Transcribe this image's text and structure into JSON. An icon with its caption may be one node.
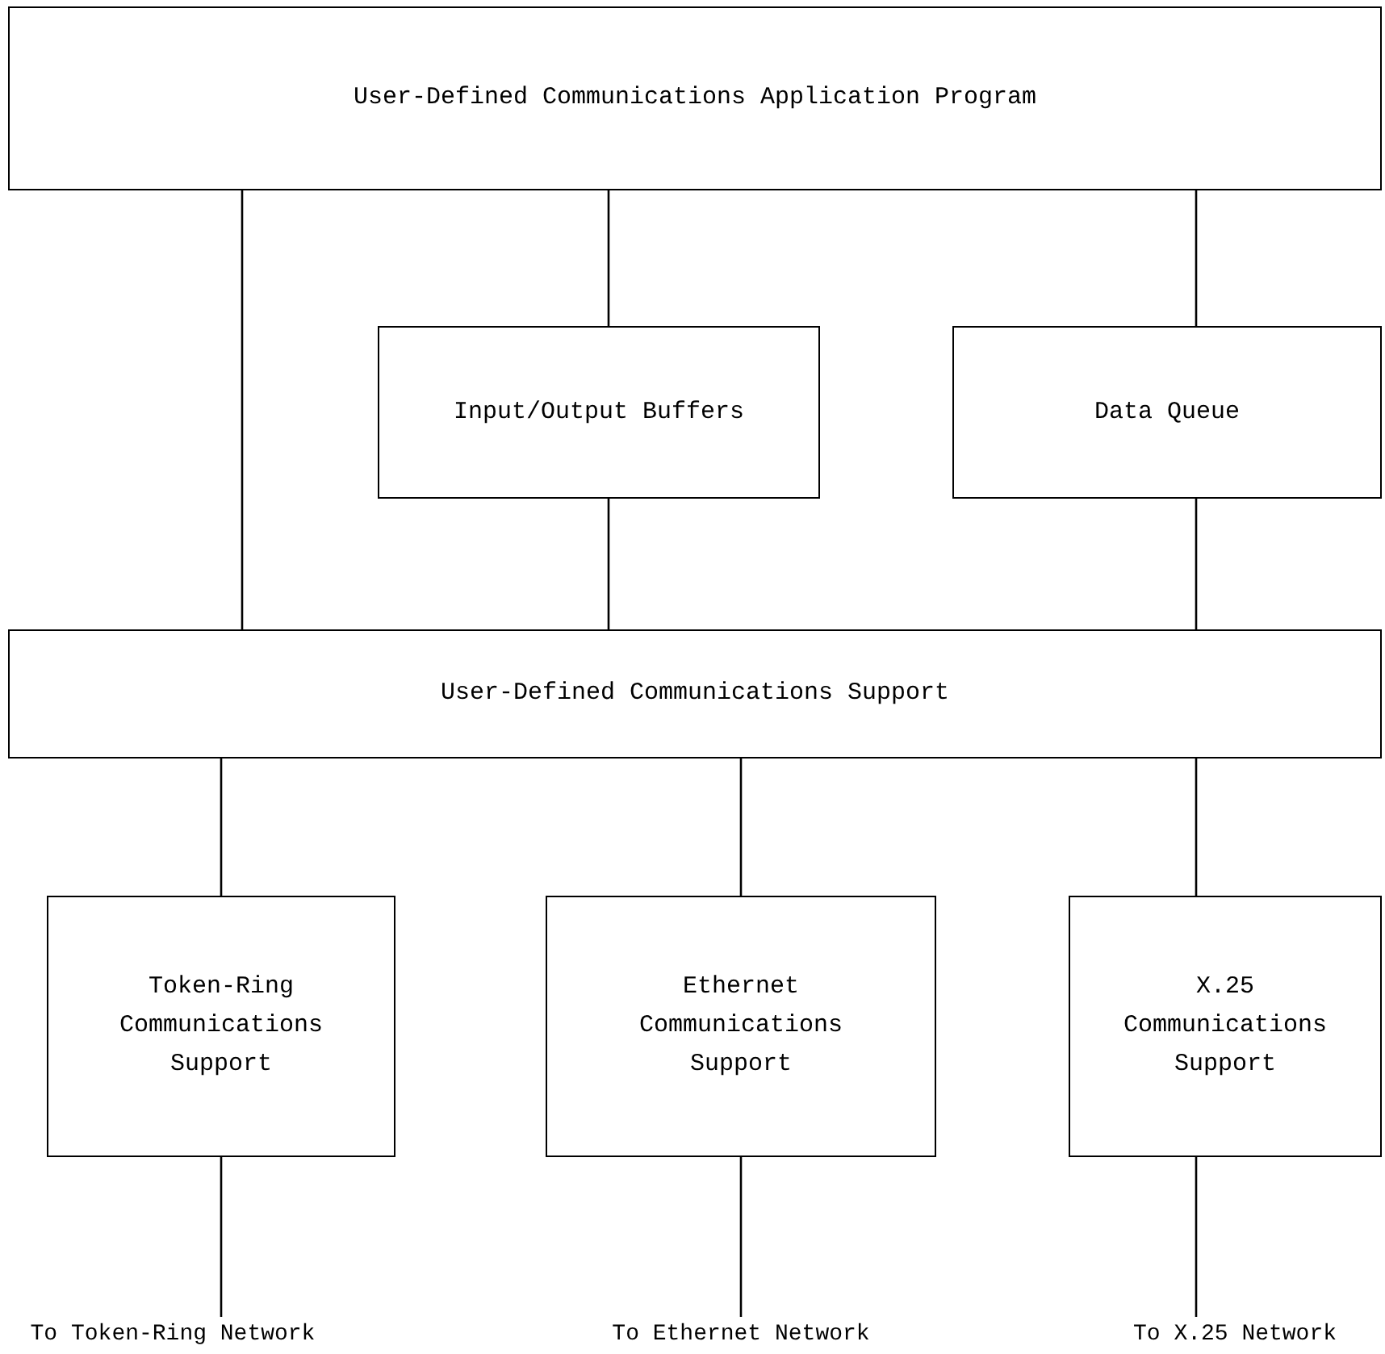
{
  "diagram": {
    "nodes": [
      {
        "text": [
          "User-Defined Communications Application Program"
        ]
      },
      {
        "text": [
          "Input/Output Buffers"
        ]
      },
      {
        "text": [
          "Data Queue"
        ]
      },
      {
        "text": [
          "User-Defined Communications Support"
        ]
      },
      {
        "text": [
          "Token-Ring Communications Support"
        ]
      },
      {
        "text": [
          "Ethernet Communications Support"
        ]
      },
      {
        "text": [
          "X.25 Communications Support"
        ]
      },
      {
        "text": [
          "To Token-Ring Network"
        ]
      },
      {
        "text": [
          "To Ethernet Network"
        ]
      },
      {
        "text": [
          "To X.25 Network"
        ]
      }
    ],
    "edges": [
      {
        "from": 0,
        "to": 3,
        "arrow": "none"
      },
      {
        "from": 0,
        "to": 1,
        "arrow": "none"
      },
      {
        "from": 0,
        "to": 2,
        "arrow": "none"
      },
      {
        "from": 1,
        "to": 3,
        "arrow": "none"
      },
      {
        "from": 2,
        "to": 3,
        "arrow": "none"
      },
      {
        "from": 3,
        "to": 4,
        "arrow": "none"
      },
      {
        "from": 3,
        "to": 5,
        "arrow": "none"
      },
      {
        "from": 3,
        "to": 6,
        "arrow": "none"
      },
      {
        "from": 4,
        "to": 7,
        "arrow": "none"
      },
      {
        "from": 5,
        "to": 8,
        "arrow": "none"
      },
      {
        "from": 6,
        "to": 9,
        "arrow": "none"
      }
    ]
  }
}
